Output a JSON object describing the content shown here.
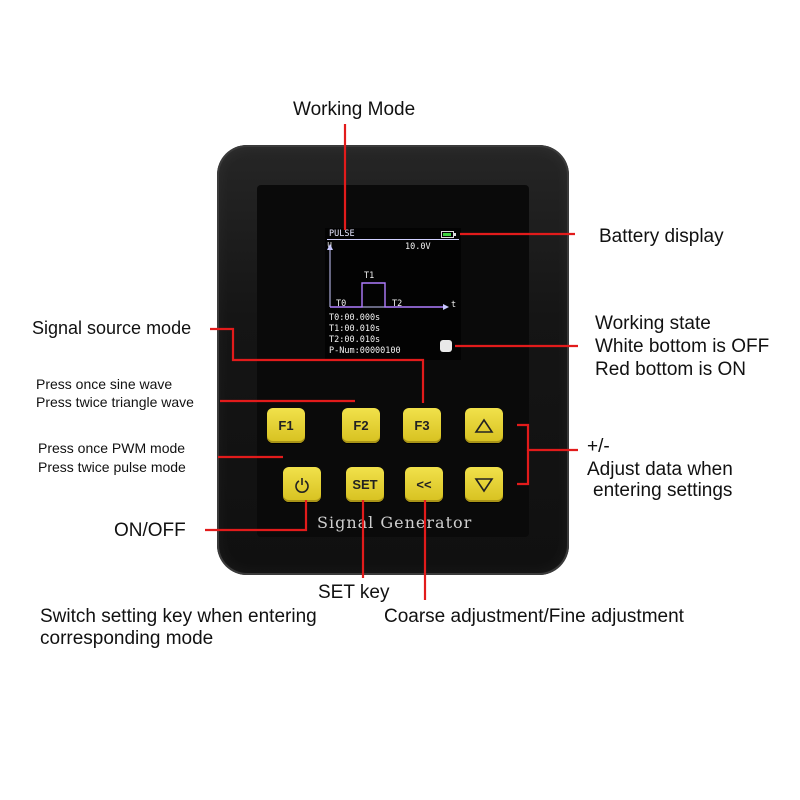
{
  "labels": {
    "working_mode": "Working Mode",
    "battery_display": "Battery display",
    "signal_source_mode": "Signal source mode",
    "working_state_1": "Working state",
    "working_state_2": "White bottom is OFF",
    "working_state_3": "Red bottom is ON",
    "sine_line1": "Press once sine wave",
    "sine_line2": "Press twice triangle wave",
    "pwm_line1": "Press once PWM mode",
    "pwm_line2": "Press twice pulse mode",
    "plus_minus": "+/-",
    "adjust_1": "Adjust data when",
    "adjust_2": "entering settings",
    "on_off": "ON/OFF",
    "set_key": "SET key",
    "switch_1": "Switch setting key when entering",
    "switch_2": "corresponding mode",
    "coarse_fine": "Coarse adjustment/Fine adjustment"
  },
  "screen": {
    "mode": "PULSE",
    "u_axis": "u",
    "voltage": "10.0V",
    "t1_label": "T1",
    "t0_label": "T0",
    "t2_label": "T2",
    "t_axis": "t",
    "t0_value": "T0:00.000s",
    "t1_value": "T1:00.010s",
    "t2_value": "T2:00.010s",
    "pnum_value": "P-Num:00000100"
  },
  "keys": {
    "f1": "F1",
    "f2": "F2",
    "f3": "F3",
    "set": "SET",
    "coarse": "<<"
  },
  "icons": {
    "up": "up-triangle-icon",
    "down": "down-triangle-icon",
    "power": "power-icon"
  },
  "brand": "Signal Generator",
  "colors": {
    "leader_line": "#e21b1b",
    "key_yellow": "#e8d43a",
    "waveform": "#b07cff"
  }
}
